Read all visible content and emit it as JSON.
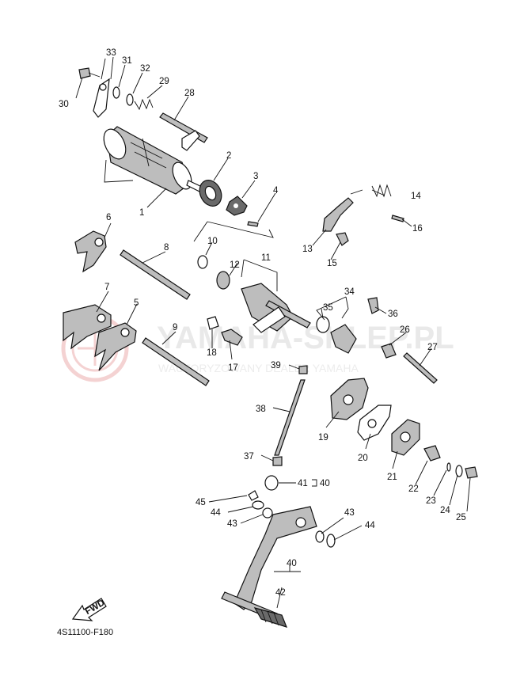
{
  "diagram_code": "4S11100-F180",
  "fwd_label": "FWD",
  "watermark": {
    "title": "YAMAHA-SKLEP.PL",
    "subtitle": "WAUTORYZOWANY DEALER YAMAHA"
  },
  "callouts": {
    "n1": "1",
    "n2": "2",
    "n3": "3",
    "n4": "4",
    "n5": "5",
    "n6": "6",
    "n7": "7",
    "n8": "8",
    "n9": "9",
    "n10": "10",
    "n11": "11",
    "n12": "12",
    "n13": "13",
    "n14": "14",
    "n15": "15",
    "n16": "16",
    "n17": "17",
    "n18": "18",
    "n19": "19",
    "n20": "20",
    "n21": "21",
    "n22": "22",
    "n23": "23",
    "n24": "24",
    "n25": "25",
    "n26": "26",
    "n27": "27",
    "n28": "28",
    "n29": "29",
    "n30": "30",
    "n31": "31",
    "n32": "32",
    "n33": "33",
    "n34": "34",
    "n35": "35",
    "n36": "36",
    "n37": "37",
    "n38": "38",
    "n39": "39",
    "n40a": "40",
    "n40b": "40",
    "n41": "41",
    "n42": "42",
    "n43a": "43",
    "n43b": "43",
    "n44a": "44",
    "n44b": "44",
    "n45": "45"
  }
}
